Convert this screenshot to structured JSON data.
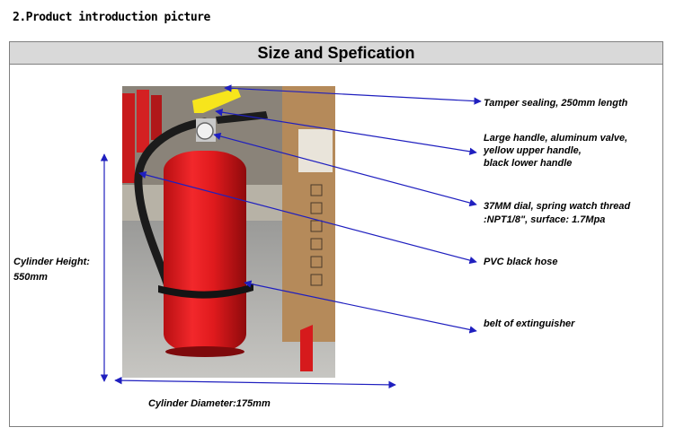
{
  "heading": "2.Product introduction picture",
  "section_title": "Size and Spefication",
  "labels": {
    "tamper": "Tamper sealing, 250mm length",
    "handle_1": "Large handle, aluminum valve,",
    "handle_2": "yellow upper handle,",
    "handle_3": "black lower handle",
    "dial_1": "37MM dial, spring watch thread",
    "dial_2": ":NPT1/8\", surface: 1.7Mpa",
    "hose": "PVC black hose",
    "belt": "belt of extinguisher",
    "height_1": "Cylinder Height:",
    "height_2": "550mm",
    "diameter": "Cylinder Diameter:175mm"
  },
  "colors": {
    "arrow": "#1f1fbf",
    "cylinder": "#e8191c",
    "title_bg": "#d9d9d9"
  }
}
